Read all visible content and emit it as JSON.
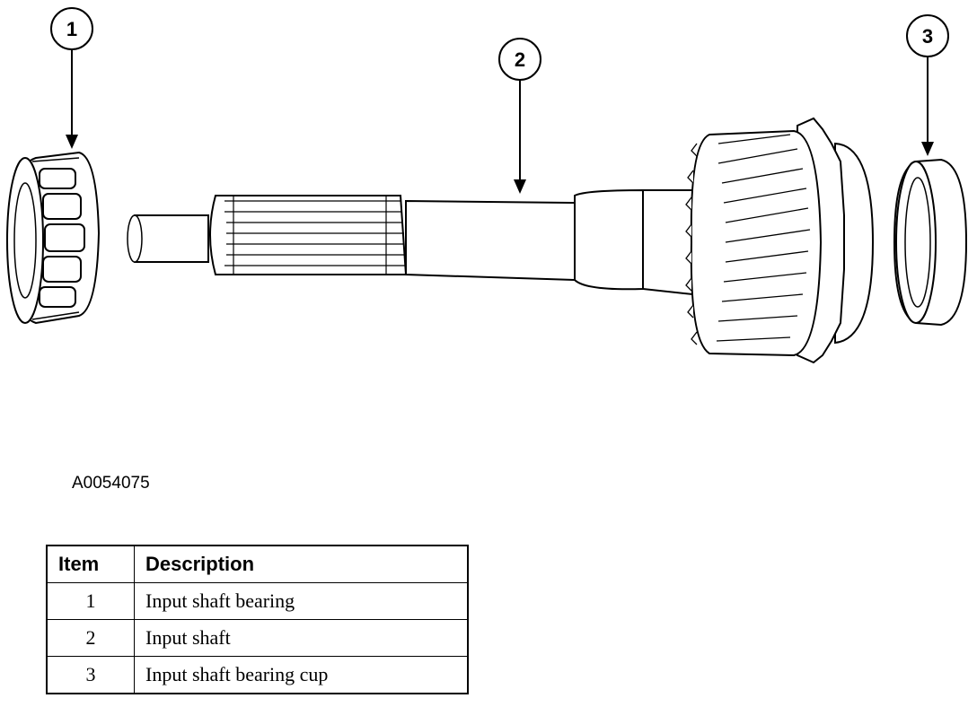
{
  "callouts": [
    {
      "number": "1"
    },
    {
      "number": "2"
    },
    {
      "number": "3"
    }
  ],
  "figure_id": "A0054075",
  "legend": {
    "headers": {
      "item": "Item",
      "description": "Description"
    },
    "rows": [
      {
        "item": "1",
        "description": "Input shaft bearing"
      },
      {
        "item": "2",
        "description": "Input shaft"
      },
      {
        "item": "3",
        "description": "Input shaft bearing cup"
      }
    ]
  }
}
